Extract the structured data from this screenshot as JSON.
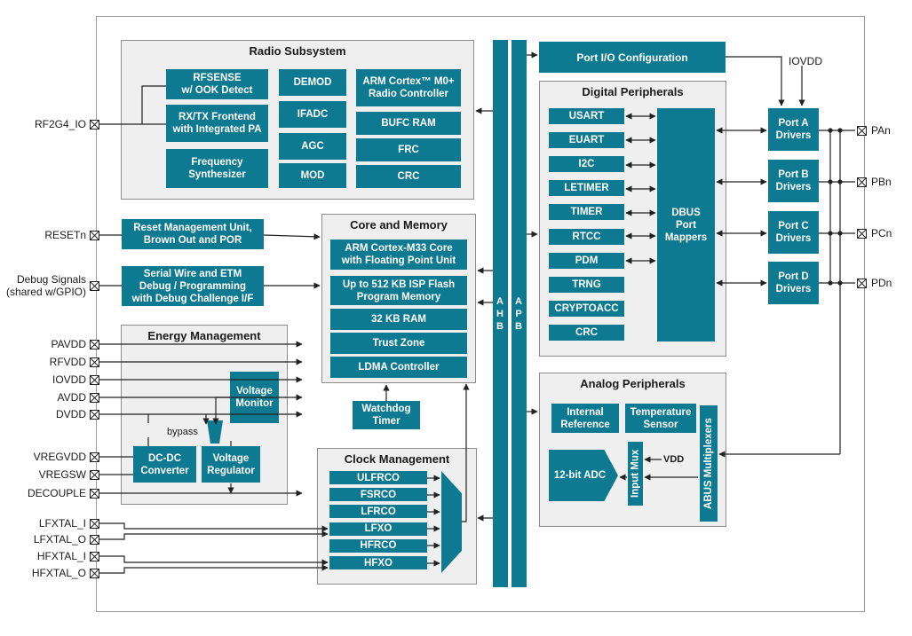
{
  "groups": {
    "radio": "Radio Subsystem",
    "digital": "Digital Peripherals",
    "core": "Core and Memory",
    "energy": "Energy Management",
    "analog": "Analog Peripherals",
    "clock": "Clock Management"
  },
  "radio": {
    "rfsense": "RFSENSE\nw/ OOK Detect",
    "rxtx": "RX/TX Frontend\nwith Integrated PA",
    "synth": "Frequency\nSynthesizer",
    "demod": "DEMOD",
    "ifadc": "IFADC",
    "agc": "AGC",
    "mod": "MOD",
    "arm": "ARM Cortex™ M0+\nRadio Controller",
    "bufc": "BUFC RAM",
    "frc": "FRC",
    "crc": "CRC"
  },
  "port_io": "Port I/O Configuration",
  "iovdd_label": "IOVDD",
  "digital": {
    "items": [
      "USART",
      "EUART",
      "I2C",
      "LETIMER",
      "TIMER",
      "RTCC",
      "PDM",
      "TRNG",
      "CRYPTOACC",
      "CRC"
    ],
    "dbus": "DBUS\nPort\nMappers"
  },
  "ports": [
    "Port A\nDrivers",
    "Port B\nDrivers",
    "Port C\nDrivers",
    "Port D\nDrivers"
  ],
  "right_pins": [
    "PAn",
    "PBn",
    "PCn",
    "PDn"
  ],
  "reset_block": "Reset Management Unit,\nBrown Out and POR",
  "debug_block": "Serial Wire and ETM\nDebug / Programming\nwith Debug Challenge I/F",
  "core": {
    "items": [
      "ARM Cortex-M33 Core\nwith Floating Point Unit",
      "Up to 512 KB ISP Flash\nProgram Memory",
      "32 KB RAM",
      "Trust Zone",
      "LDMA Controller"
    ]
  },
  "buses": {
    "ahb": "A\nH\nB",
    "apb": "A\nP\nB"
  },
  "watchdog": "Watchdog\nTimer",
  "energy": {
    "monitor": "Voltage\nMonitor",
    "dcdc": "DC-DC\nConverter",
    "regulator": "Voltage\nRegulator",
    "bypass": "bypass"
  },
  "clock": {
    "items": [
      "ULFRCO",
      "FSRCO",
      "LFRCO",
      "LFXO",
      "HFRCO",
      "HFXO"
    ]
  },
  "analog": {
    "ref": "Internal\nReference",
    "temp": "Temperature\nSensor",
    "adc": "12-bit ADC",
    "mux": "Input Mux",
    "vdd": "VDD",
    "abus": "ABUS Multiplexers"
  },
  "left_pins": {
    "rf": "RF2G4_IO",
    "reset": "RESETn",
    "debug": "Debug Signals\n(shared w/GPIO)",
    "power": [
      "PAVDD",
      "RFVDD",
      "IOVDD",
      "AVDD",
      "DVDD"
    ],
    "vreg": [
      "VREGVDD",
      "VREGSW",
      "DECOUPLE"
    ],
    "xtal": [
      "LFXTAL_I",
      "LFXTAL_O",
      "HFXTAL_I",
      "HFXTAL_O"
    ]
  }
}
